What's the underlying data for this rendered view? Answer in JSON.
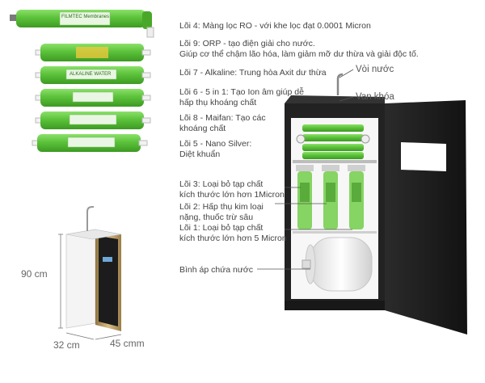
{
  "filters": [
    {
      "name": "filter-4-ro",
      "text": "Lõi 4: Màng lọc RO - với khe lọc đạt 0.0001 Micron",
      "cartridge_label": "FILMTEC Membranes"
    },
    {
      "name": "filter-9-orp",
      "line1": "Lõi 9: ORP -  tạo điện giải cho nước.",
      "line2": "Giúp cơ thể chậm lão hóa, làm giảm mỡ dư thừa và giải độc tố."
    },
    {
      "name": "filter-7-alkaline",
      "text": "Lõi 7 - Alkaline: Trung hòa Axit dư thừa",
      "cartridge_label": "ALKALINE WATER"
    },
    {
      "name": "filter-6-5in1",
      "line1": "Lõi 6 - 5 in 1: Tạo Ion âm giúp dễ",
      "line2": "hấp thụ khoáng chất"
    },
    {
      "name": "filter-8-maifan",
      "line1": "Lõi 8 - Maifan: Tạo các",
      "line2": "khoáng chất"
    },
    {
      "name": "filter-5-nano-silver",
      "line1": "Lõi 5 - Nano Silver:",
      "line2": "Diệt khuẩn"
    }
  ],
  "tap_label": "Vòi nước",
  "valve_label": "Van khóa",
  "inner_filters": [
    {
      "line1": "Lõi 3: Loại bỏ tạp chất",
      "line2": "kích thước lớn hơn 1Micron"
    },
    {
      "line1": "Lõi 2: Hấp thụ kim loại",
      "line2": "nặng, thuốc trừ sâu"
    },
    {
      "line1": "Lõi 1: Loại bỏ tạp chất",
      "line2": "kích thước lớn hơn 5 Micron"
    }
  ],
  "tank_label": "Bình áp chứa nước",
  "dimensions": {
    "height": "90 cm",
    "depth": "32 cm",
    "width": "45 cmm"
  },
  "colors": {
    "green": "#5cc23a",
    "green_dark": "#3c9a22",
    "cabinet": "#1f1f1f",
    "tank": "#f2f2f2",
    "gold": "#b89a5a"
  }
}
